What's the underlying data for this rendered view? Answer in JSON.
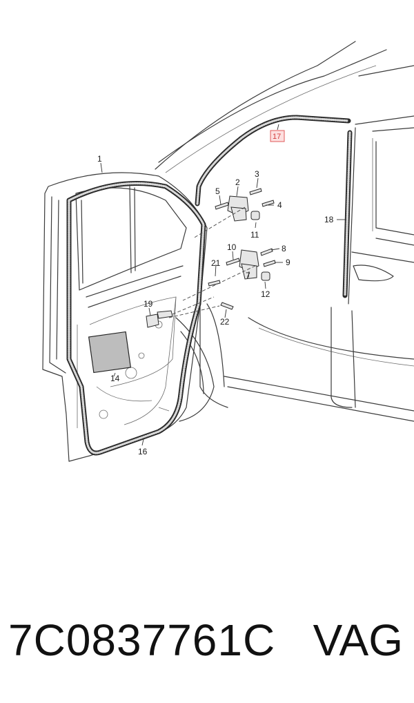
{
  "diagram": {
    "highlighted_callout": "17",
    "callouts": [
      "1",
      "2",
      "3",
      "4",
      "5",
      "7",
      "8",
      "9",
      "10",
      "11",
      "12",
      "14",
      "16",
      "18",
      "19",
      "21",
      "22"
    ]
  },
  "footer": {
    "part_number": "7C0837761C",
    "brand": "VAG"
  }
}
